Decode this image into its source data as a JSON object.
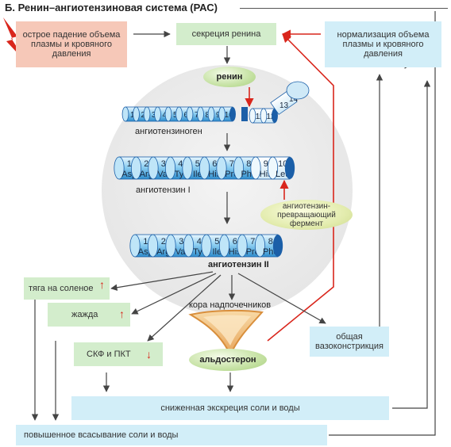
{
  "title": "Б. Ренин–ангиотензиновая система (РАС)",
  "boxes": {
    "acute_drop": "острое падение объема плазмы и кровяного давления",
    "renin_secretion": "секреция ренина",
    "normalization": "нормализация объема плазмы и кровяного давления",
    "salt_craving": "тяга на соленое",
    "thirst": "жажда",
    "gfr": "СКФ и ПКТ",
    "vasoconstriction": "общая вазоконстрикция",
    "reduced_excretion": "сниженная экскреция соли и воды",
    "increased_absorption": "повышенное всасывание соли и воды"
  },
  "molecules": {
    "renin": "ренин",
    "angiotensinogen": "ангиотензиноген",
    "angiotensin1": "ангиотензин I",
    "angiotensin2": "ангиотензин II",
    "ace": "ангиотензин-превращающий фермент",
    "adrenal": "кора надпочечников",
    "aldosterone": "альдостерон"
  },
  "angiotensinogen_numbers": [
    "1",
    "2",
    "3",
    "4",
    "5",
    "6",
    "7",
    "8",
    "9",
    "10",
    "11",
    "12",
    "13",
    "14"
  ],
  "ang1_residues": [
    {
      "n": "1",
      "aa": "Asp"
    },
    {
      "n": "2",
      "aa": "Arg"
    },
    {
      "n": "3",
      "aa": "Val"
    },
    {
      "n": "4",
      "aa": "Tyr"
    },
    {
      "n": "5",
      "aa": "Ile"
    },
    {
      "n": "6",
      "aa": "His"
    },
    {
      "n": "7",
      "aa": "Pro"
    },
    {
      "n": "8",
      "aa": "Phe"
    },
    {
      "n": "9",
      "aa": "His"
    },
    {
      "n": "10",
      "aa": "Leu"
    }
  ],
  "ang2_residues": [
    {
      "n": "1",
      "aa": "Asp"
    },
    {
      "n": "2",
      "aa": "Arg"
    },
    {
      "n": "3",
      "aa": "Val"
    },
    {
      "n": "4",
      "aa": "Tyr"
    },
    {
      "n": "5",
      "aa": "Ile"
    },
    {
      "n": "6",
      "aa": "His"
    },
    {
      "n": "7",
      "aa": "Pro"
    },
    {
      "n": "8",
      "aa": "Phe"
    }
  ],
  "colors": {
    "arrow_dark": "#444444",
    "arrow_red": "#d9261c",
    "cylinder": "#4aa8dc",
    "cylinder_dark": "#1b5fa8",
    "pink": "#f6c8b8",
    "green": "#d3edcc",
    "blue": "#d2eef8"
  }
}
